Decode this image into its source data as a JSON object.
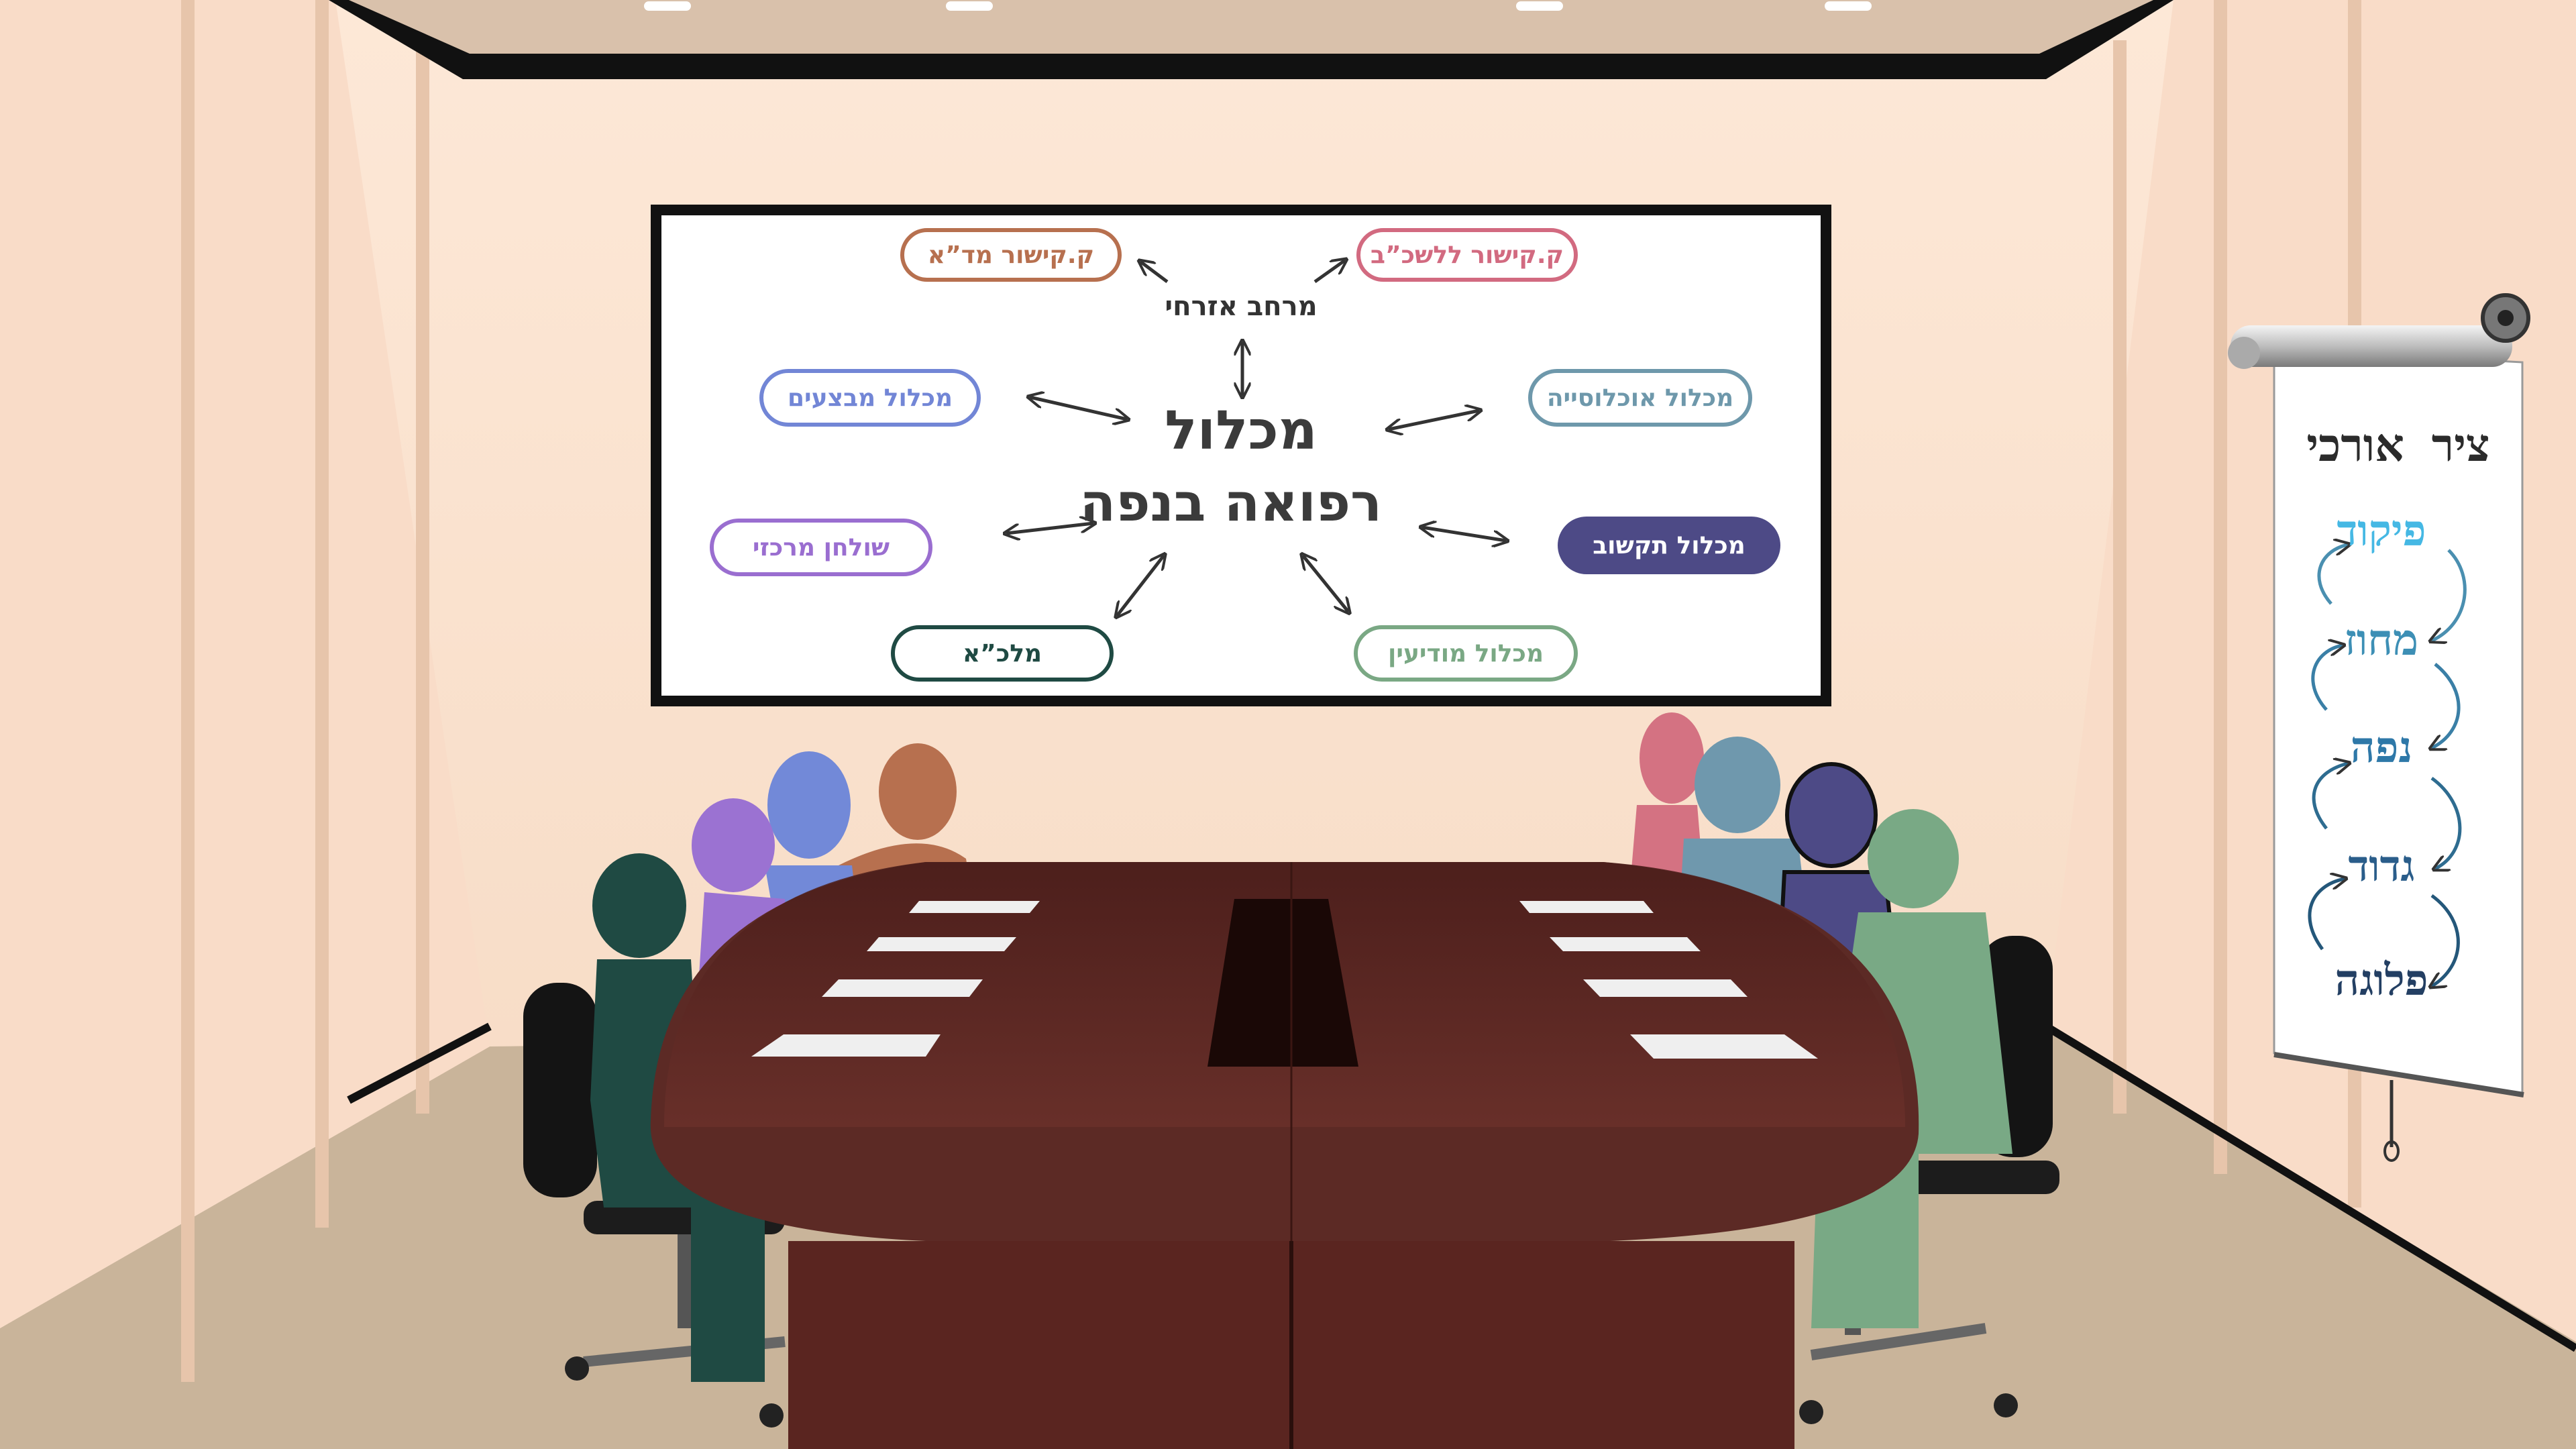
{
  "screen": {
    "center_title_line1": "מכלול",
    "center_title_line2": "רפואה בנפה",
    "civil_space": "מרחב אזרחי",
    "nodes": {
      "liaison_mda": "ק.קישור מד”א",
      "liaison_lashkab": "ק.קישור ללשכ”ב",
      "performance": "מכלול מבצעים",
      "population": "מכלול אוכלוסייה",
      "central_table": "שולחן מרכזי",
      "communication": "מכלול תקשוב",
      "malkaa": "מלכ”א",
      "intelligence": "מכלול מודיעין"
    }
  },
  "flipchart": {
    "title": "ציר אורכי",
    "levels": [
      "פיקוד",
      "מחוז",
      "נפה",
      "גדוד",
      "פלוגה"
    ]
  },
  "colors": {
    "wall": "#fbe5d3",
    "floor": "#c9b49a",
    "table": "#5a2a24",
    "node_mda": "#b7704f",
    "node_lashkab": "#d26a80",
    "node_performance": "#7286d6",
    "node_population": "#6e98ab",
    "node_central": "#9a6ed0",
    "node_communication": "#4d4a86",
    "node_malkaa": "#1f4a43",
    "node_intelligence": "#7aa884"
  }
}
